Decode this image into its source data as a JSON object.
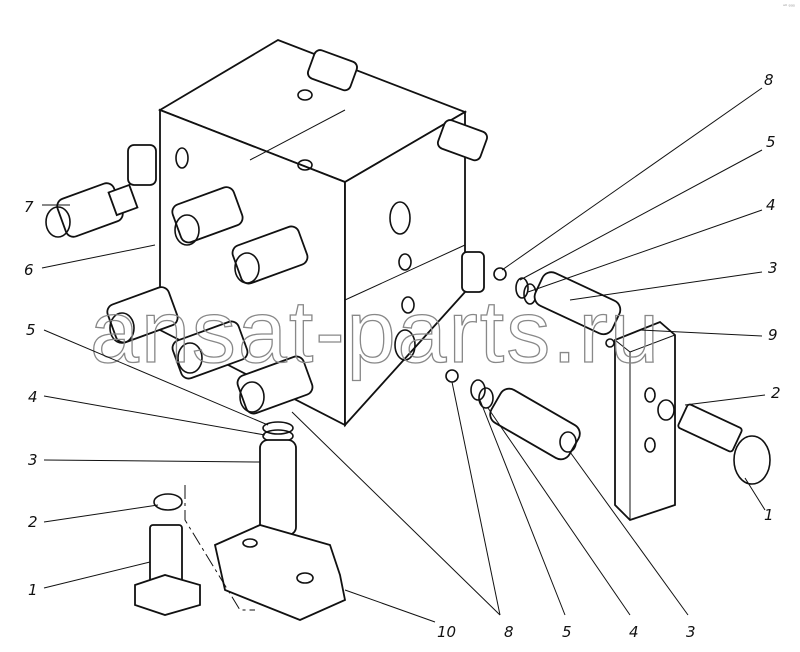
{
  "watermark": "ansat-parts.ru",
  "corner_mark": "ᵃ⁰ ᵍᵍᵍ",
  "callouts_right": [
    "8",
    "5",
    "4",
    "3",
    "9",
    "2",
    "1"
  ],
  "callouts_left": [
    "7",
    "6",
    "5",
    "4",
    "3",
    "2",
    "1"
  ],
  "callouts_bottom": [
    "10",
    "8",
    "5",
    "4",
    "3"
  ]
}
